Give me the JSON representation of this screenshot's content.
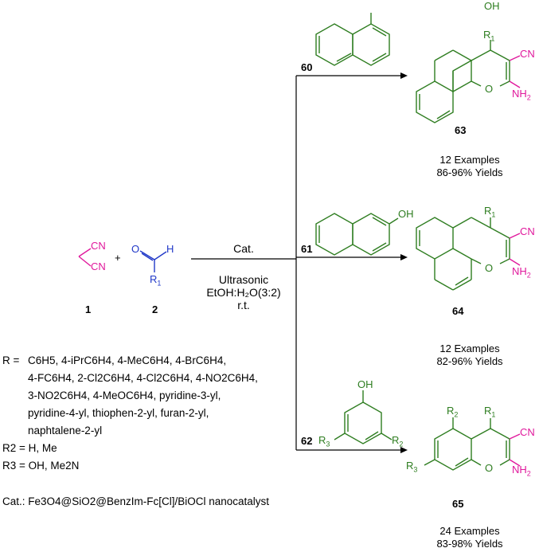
{
  "reactants": {
    "malononitrile": {
      "cn_top": "CN",
      "cn_bottom": "CN",
      "number": "1"
    },
    "aldehyde": {
      "o": "O",
      "h": "H",
      "r1": "R",
      "r1_sub": "1",
      "number": "2"
    },
    "plus": "+"
  },
  "conditions": {
    "line1": "Cat.",
    "line2": "Ultrasonic",
    "line3": "EtOH:H₂O(3:2)",
    "line4": "r.t."
  },
  "branches": [
    {
      "reagent_number": "60",
      "reagent_oh": "OH",
      "product_number": "63",
      "r1": "R",
      "r1_sub": "1",
      "cn": "CN",
      "o": "O",
      "nh2": "NH",
      "nh2_sub": "2",
      "examples": "12 Examples",
      "yields": "86-96% Yields"
    },
    {
      "reagent_number": "61",
      "reagent_oh": "OH",
      "product_number": "64",
      "r1": "R",
      "r1_sub": "1",
      "cn": "CN",
      "o": "O",
      "nh2": "NH",
      "nh2_sub": "2",
      "examples": "12 Examples",
      "yields": "82-96% Yields"
    },
    {
      "reagent_number": "62",
      "reagent_oh": "OH",
      "reagent_r3": "R",
      "reagent_r3_sub": "3",
      "reagent_r2": "R",
      "reagent_r2_sub": "2",
      "product_number": "65",
      "r1": "R",
      "r1_sub": "1",
      "r2": "R",
      "r2_sub": "2",
      "r3": "R",
      "r3_sub": "3",
      "cn": "CN",
      "o": "O",
      "nh2": "NH",
      "nh2_sub": "2",
      "examples": "24 Examples",
      "yields": "83-98% Yields"
    }
  ],
  "substituents": {
    "r_prefix": "R =",
    "r_line1": "C6H5, 4-iPrC6H4, 4-MeC6H4, 4-BrC6H4,",
    "r_line2": "4-FC6H4, 2-Cl2C6H4, 4-Cl2C6H4, 4-NO2C6H4,",
    "r_line3": "3-NO2C6H4, 4-MeOC6H4, pyridine-3-yl,",
    "r_line4": "pyridine-4-yl, thiophen-2-yl, furan-2-yl,",
    "r_line5": "naphtalene-2-yl",
    "r2_line": "R2 = H, Me",
    "r3_line": "R3 = OH, Me2N"
  },
  "catalyst": "Cat.: Fe3O4@SiO2@BenzIm-Fc[Cl]/BiOCl nanocatalyst",
  "colors": {
    "green": "#2e7d20",
    "magenta": "#e0189c",
    "blue": "#2038c8",
    "black": "#000000"
  }
}
